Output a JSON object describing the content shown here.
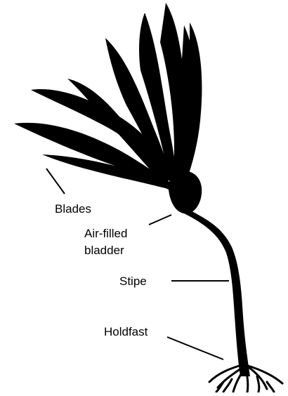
{
  "diagram": {
    "subject": "Kelp anatomy",
    "colors": {
      "organism": "#000000",
      "background": "#ffffff",
      "leader": "#000000"
    },
    "labels": {
      "blades": "Blades",
      "bladder_line1": "Air-filled",
      "bladder_line2": "bladder",
      "stipe": "Stipe",
      "holdfast": "Holdfast"
    }
  }
}
